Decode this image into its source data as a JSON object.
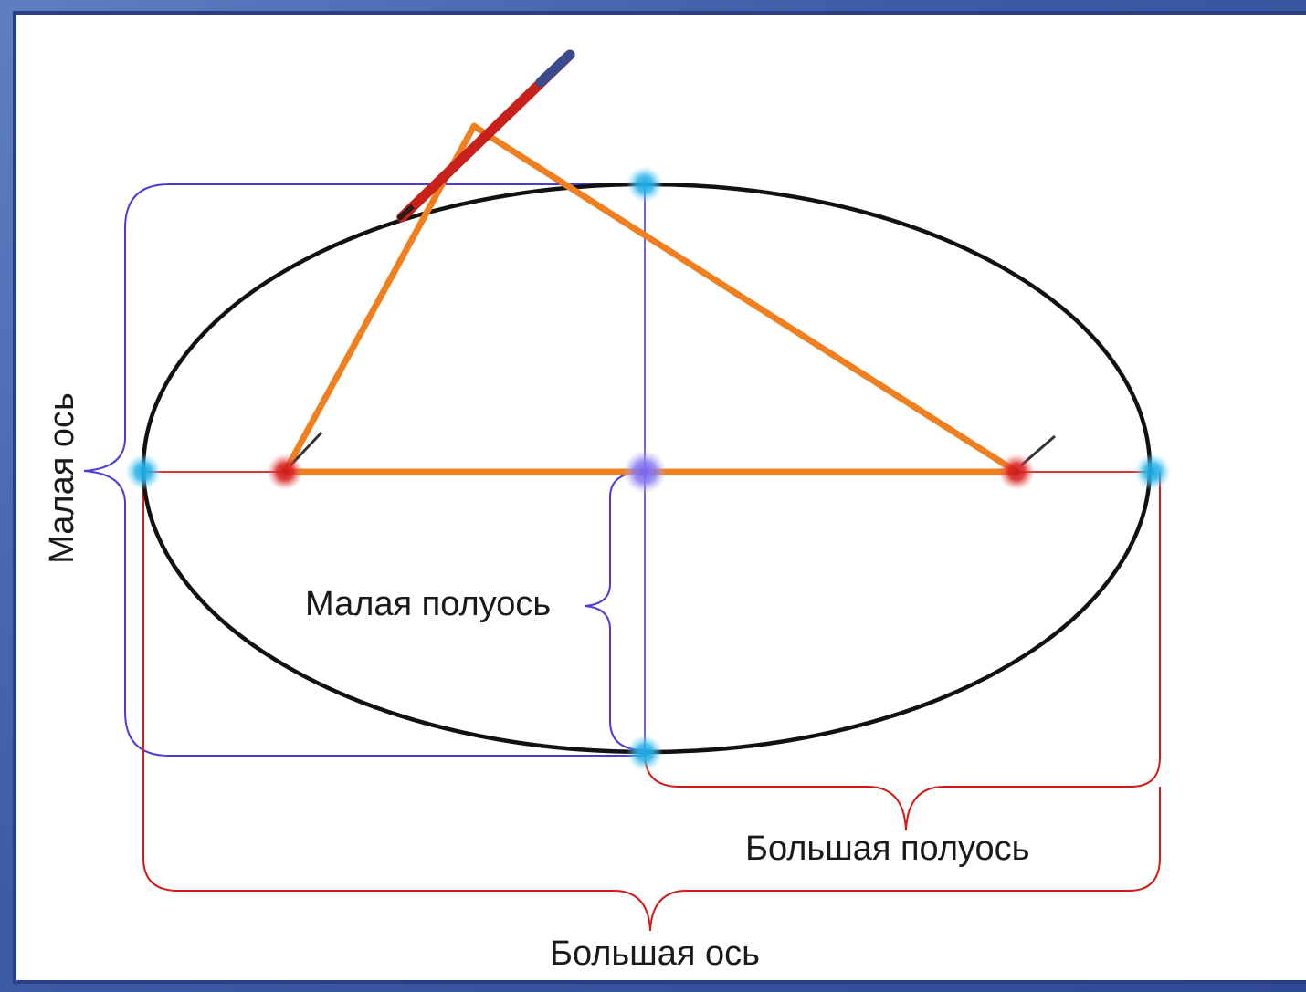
{
  "labels": {
    "minor_axis": "Малая ось",
    "minor_semiaxis": "Малая полуось",
    "major_semiaxis": "Большая полуось",
    "major_axis": "Большая ось"
  },
  "colors": {
    "background": "#3d5aa6",
    "ellipse": "#111111",
    "string": "#f07f1f",
    "major_axis": "#d41a1a",
    "minor_axis": "#4a3cd8",
    "vertex_point": "#29b5e8",
    "focus_point": "#d82020",
    "center_point": "#8a7cf0",
    "pencil": "#c8201a"
  }
}
